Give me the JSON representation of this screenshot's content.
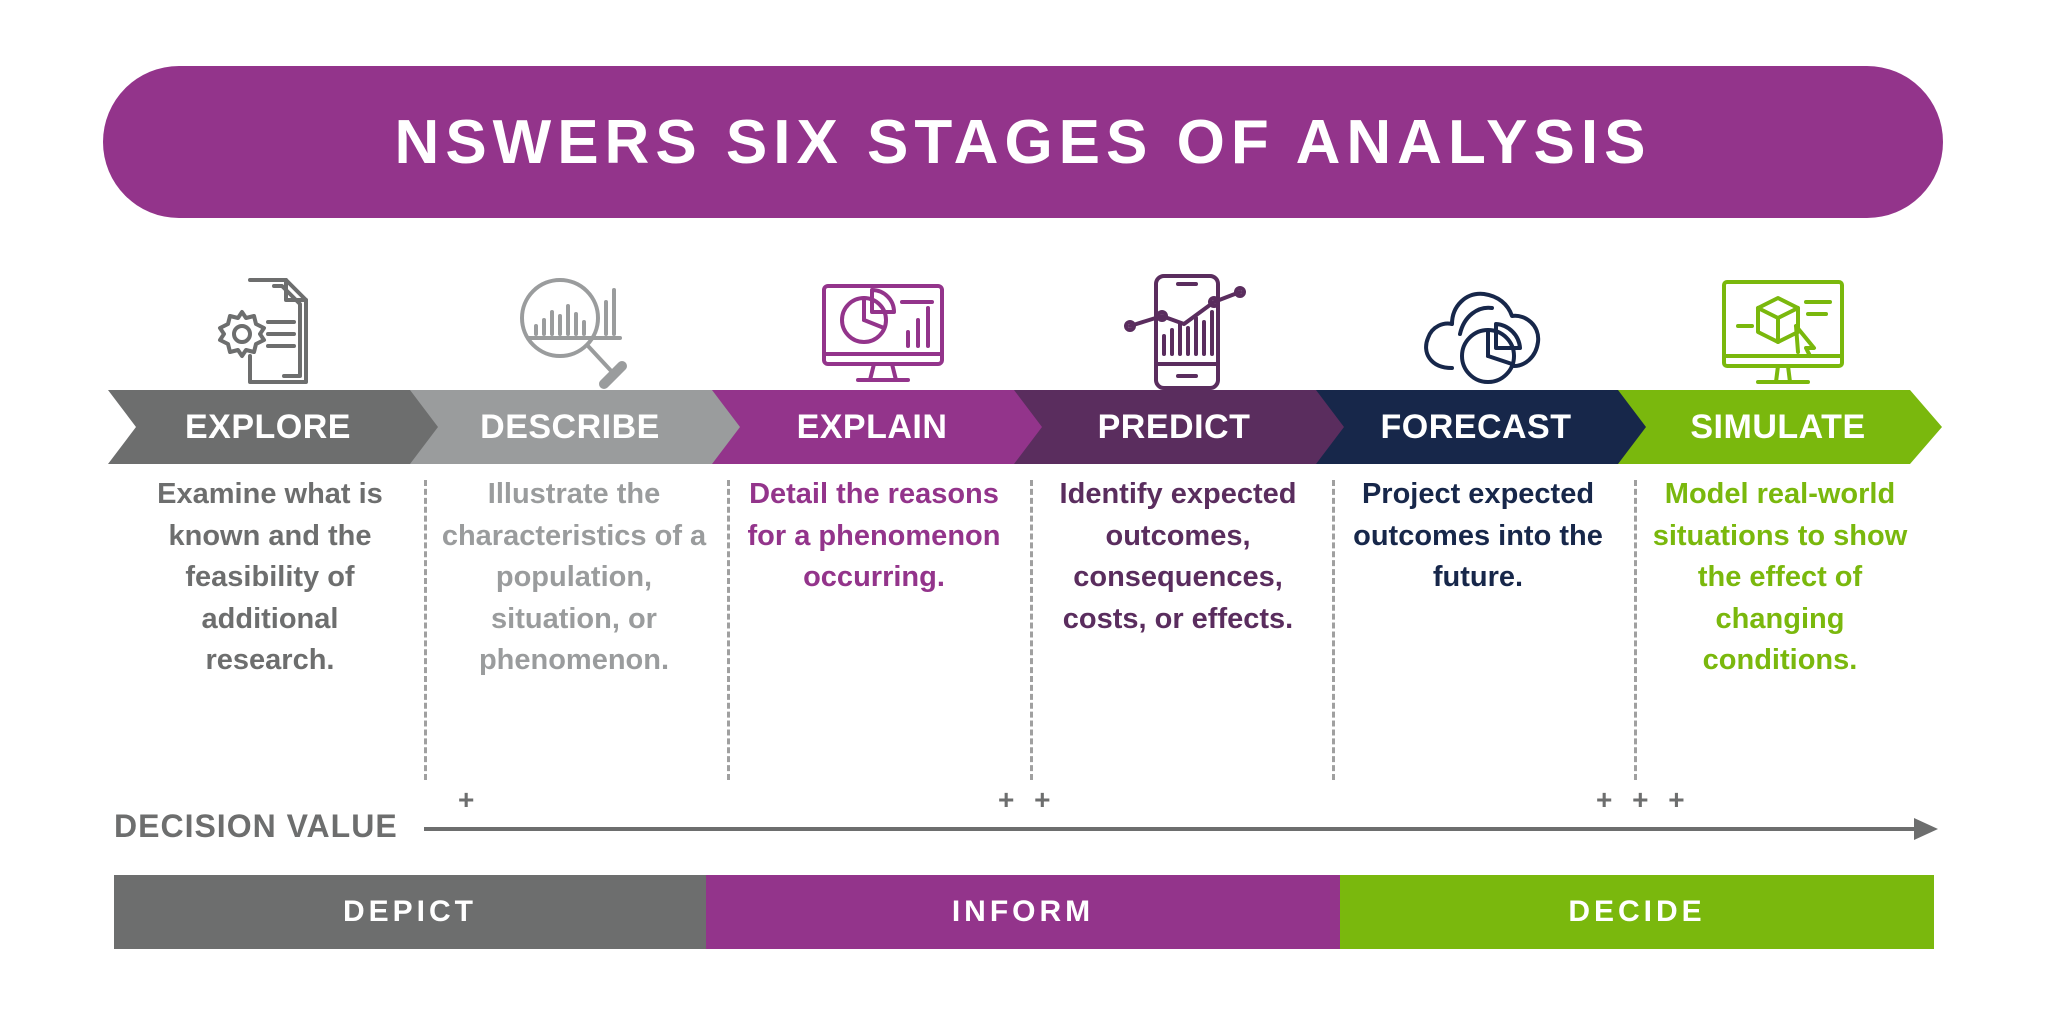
{
  "title": "NSWERS SIX STAGES OF ANALYSIS",
  "colors": {
    "title_bg": "#93348b",
    "explore": "#6d6e6e",
    "describe": "#9a9c9d",
    "explain": "#93348b",
    "predict": "#5a2d5e",
    "forecast": "#17274a",
    "simulate": "#7ab80d"
  },
  "stages": [
    {
      "label": "EXPLORE",
      "icon": "gear-document-icon",
      "description": "Examine what is known and the feasibility of additional research."
    },
    {
      "label": "DESCRIBE",
      "icon": "magnifier-chart-icon",
      "description": "Illustrate the characteristics of a population, situation, or phenomenon."
    },
    {
      "label": "EXPLAIN",
      "icon": "monitor-charts-icon",
      "description": "Detail the reasons for a phenomenon occurring."
    },
    {
      "label": "PREDICT",
      "icon": "mobile-trend-icon",
      "description": "Identify expected outcomes, consequences, costs, or effects."
    },
    {
      "label": "FORECAST",
      "icon": "cloud-pie-icon",
      "description": "Project expected outcomes into the future."
    },
    {
      "label": "SIMULATE",
      "icon": "monitor-cube-icon",
      "description": "Model real-world situations to show the effect of changing conditions."
    }
  ],
  "decision_value": {
    "label": "DECISION VALUE",
    "markers": [
      "+",
      "+ +",
      "+ + +"
    ]
  },
  "bands": [
    {
      "label": "DEPICT",
      "color": "#6d6e6e"
    },
    {
      "label": "INFORM",
      "color": "#93348b"
    },
    {
      "label": "DECIDE",
      "color": "#7ab80d"
    }
  ]
}
